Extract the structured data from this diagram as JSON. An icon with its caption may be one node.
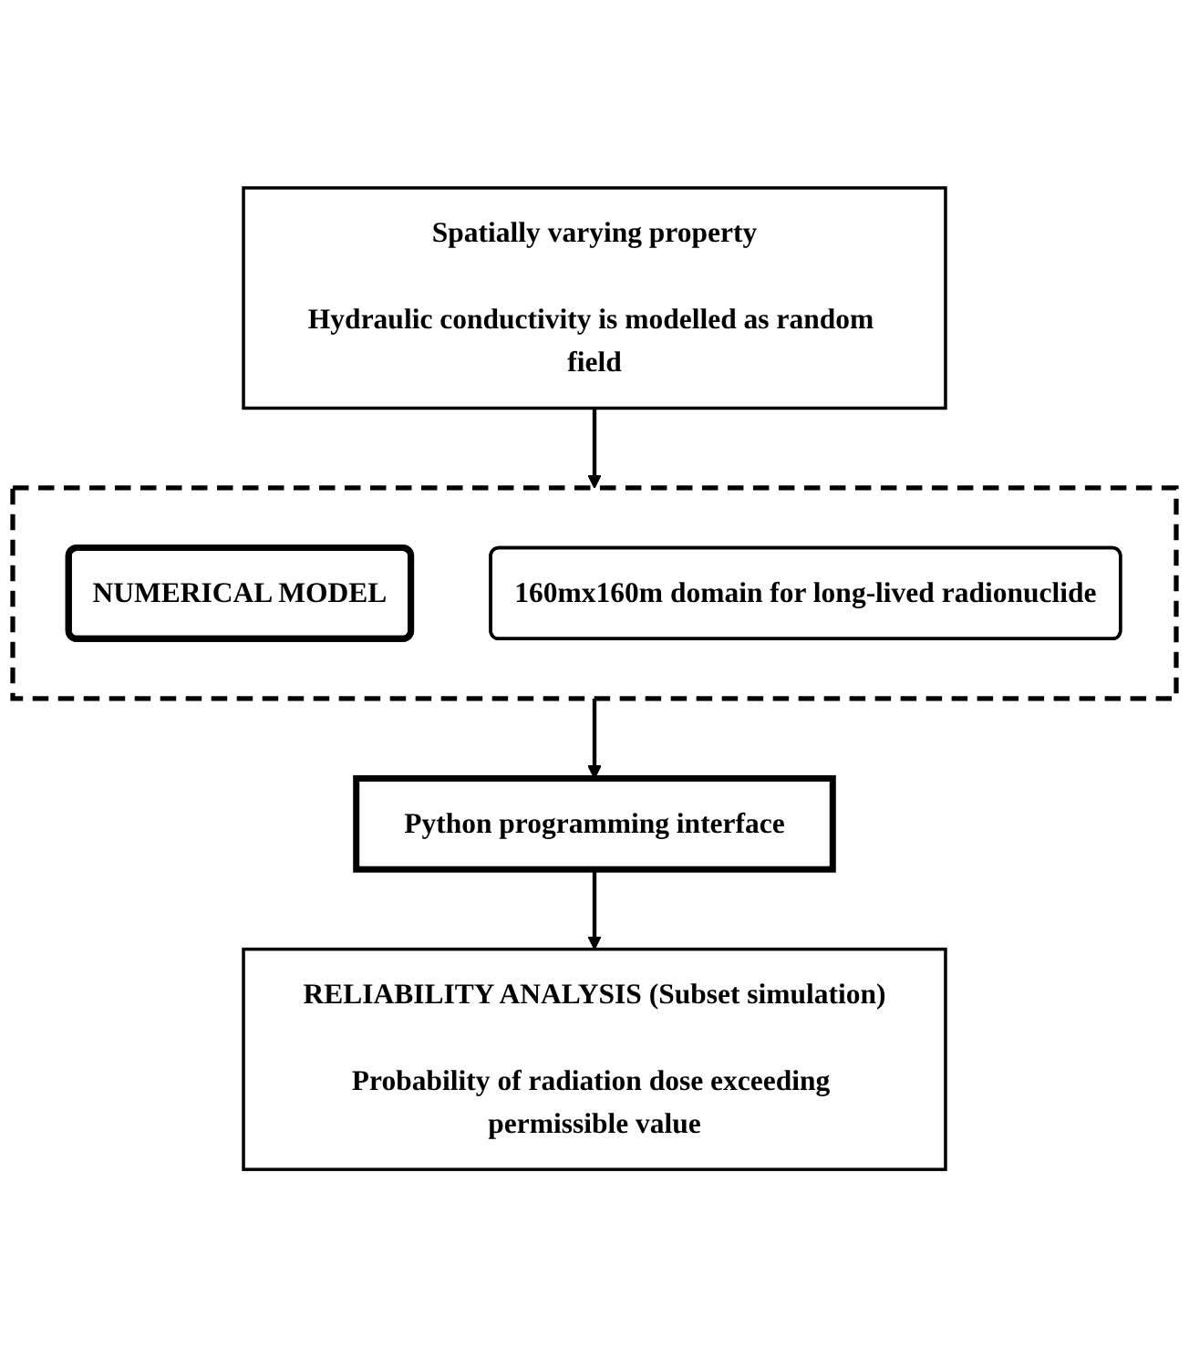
{
  "diagram": {
    "nodes": [
      {
        "text": [
          "Spatially varying property",
          "Hydraulic conductivity is modelled as random field"
        ]
      },
      {
        "text": [],
        "shape": "box"
      },
      {
        "text": [
          "NUMERICAL MODEL"
        ],
        "in": 1
      },
      {
        "text": [
          "160mx160m domain for long-lived radionuclide"
        ],
        "in": 1
      },
      {
        "text": [
          "Python programming interface"
        ]
      },
      {
        "text": [
          "RELIABILITY ANALYSIS (Subset simulation)",
          "Probability of radiation dose exceeding permissible value"
        ]
      }
    ],
    "edges": [
      {
        "from": 0,
        "to": 1,
        "arrow": "to"
      },
      {
        "from": 1,
        "to": 4,
        "arrow": "to"
      },
      {
        "from": 4,
        "to": 5,
        "arrow": "to"
      }
    ]
  }
}
